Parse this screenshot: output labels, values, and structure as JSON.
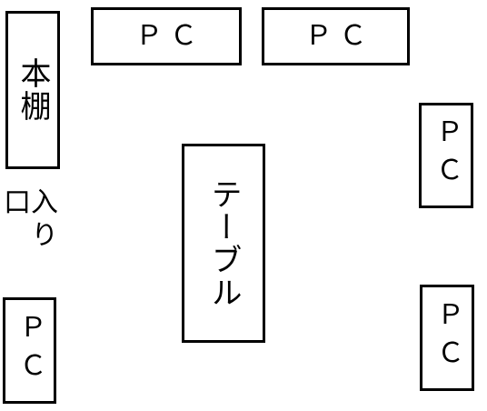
{
  "room_layout": {
    "pc_top_left": "ＰＣ",
    "pc_top_right": "ＰＣ",
    "bookshelf": "本棚",
    "entrance": "入り口",
    "table": "テーブル",
    "pc_right_upper": "ＰＣ",
    "pc_right_lower": "ＰＣ",
    "pc_bottom_left": "ＰＣ"
  },
  "colors": {
    "line": "#000000",
    "background": "#ffffff"
  }
}
